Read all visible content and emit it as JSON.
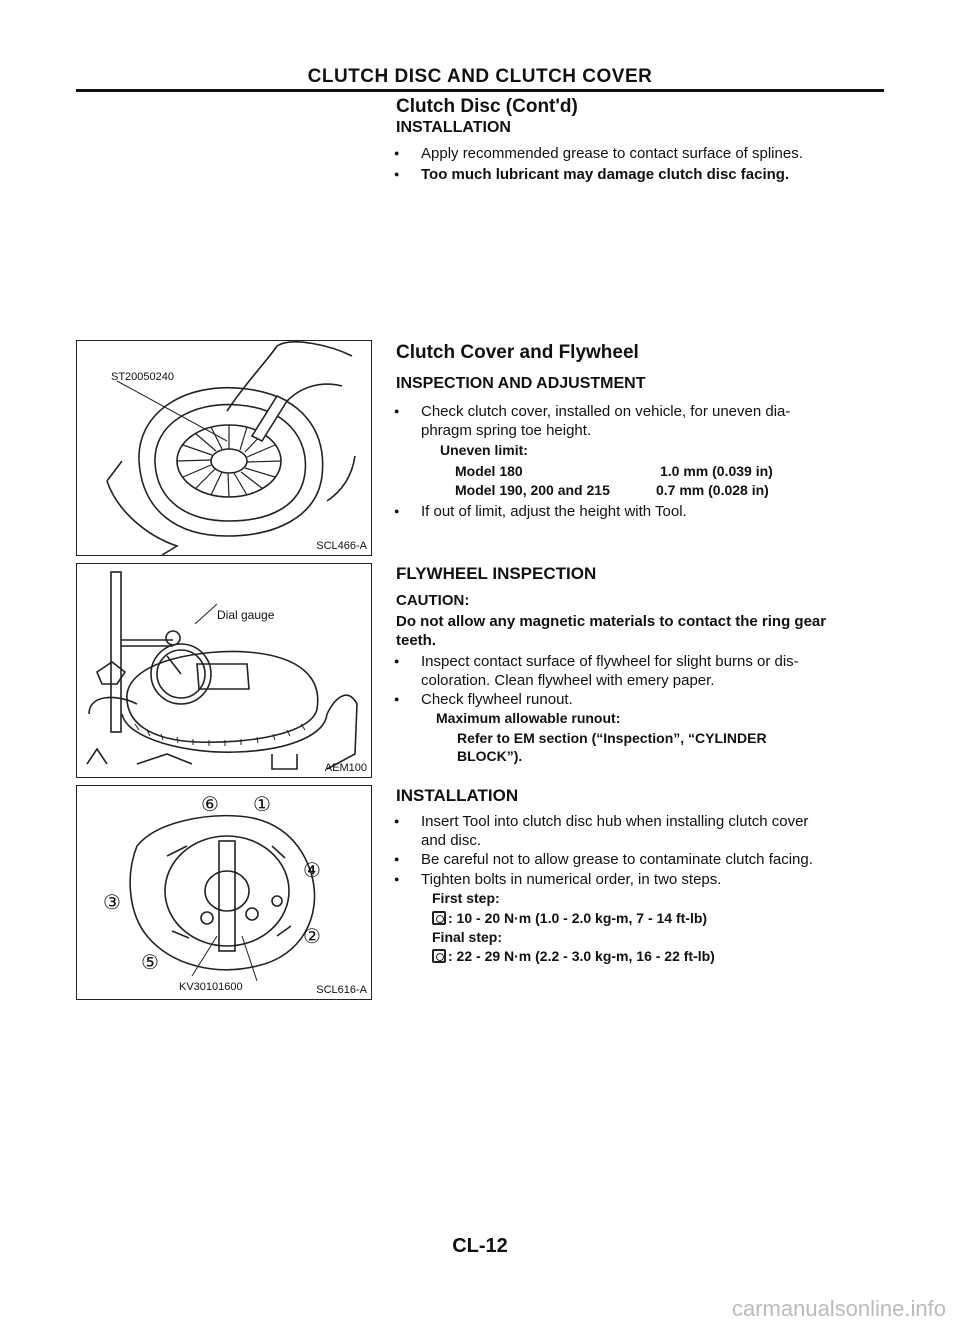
{
  "header": {
    "title": "CLUTCH DISC AND CLUTCH COVER"
  },
  "clutch_disc": {
    "heading": "Clutch Disc (Cont'd)",
    "installation_heading": "INSTALLATION",
    "bullets": [
      "Apply recommended grease to contact surface of splines.",
      "Too much lubricant may damage clutch disc facing."
    ]
  },
  "cover_flywheel": {
    "heading": "Clutch Cover and Flywheel",
    "inspection_heading": "INSPECTION AND ADJUSTMENT",
    "bullet1_line1": "Check clutch cover, installed on vehicle, for uneven dia-",
    "bullet1_line2": "phragm spring toe height.",
    "uneven_limit_label": "Uneven limit:",
    "limits": [
      {
        "model": "Model 180",
        "value": "1.0 mm (0.039 in)"
      },
      {
        "model": "Model 190, 200 and 215",
        "value": "0.7 mm (0.028 in)"
      }
    ],
    "bullet2": "If out of limit, adjust the height with Tool."
  },
  "flywheel_inspection": {
    "heading": "FLYWHEEL INSPECTION",
    "caution_label": "CAUTION:",
    "caution_line1": "Do not allow any magnetic materials to contact the ring gear",
    "caution_line2": "teeth.",
    "bullet1_line1": "Inspect contact surface of flywheel for slight burns or dis-",
    "bullet1_line2": "coloration. Clean flywheel with emery paper.",
    "bullet2": "Check flywheel runout.",
    "runout_label": "Maximum allowable runout:",
    "runout_line1": "Refer to EM section (“Inspection”, “CYLINDER",
    "runout_line2": "BLOCK”)."
  },
  "installation": {
    "heading": "INSTALLATION",
    "bullet1_line1": "Insert Tool into clutch disc hub when installing clutch cover",
    "bullet1_line2": "and disc.",
    "bullet2": "Be careful not to allow grease to contaminate clutch facing.",
    "bullet3": "Tighten bolts in numerical order, in two steps.",
    "first_step_label": "First step:",
    "first_step_value": ": 10 - 20 N·m (1.0 - 2.0 kg-m, 7 - 14 ft-lb)",
    "final_step_label": "Final step:",
    "final_step_value": ": 22 - 29 N·m (2.2 - 3.0 kg-m, 16 - 22 ft-lb)"
  },
  "figures": {
    "fig1": {
      "tool_label": "ST20050240",
      "code": "SCL466-A"
    },
    "fig2": {
      "gauge_label": "Dial gauge",
      "code": "AEM100"
    },
    "fig3": {
      "tool_label": "KV30101600",
      "code": "SCL616-A",
      "bolt_numbers": [
        "①",
        "②",
        "③",
        "④",
        "⑤",
        "⑥"
      ]
    }
  },
  "footer": {
    "page_number": "CL-12",
    "watermark": "carmanualsonline.info"
  }
}
